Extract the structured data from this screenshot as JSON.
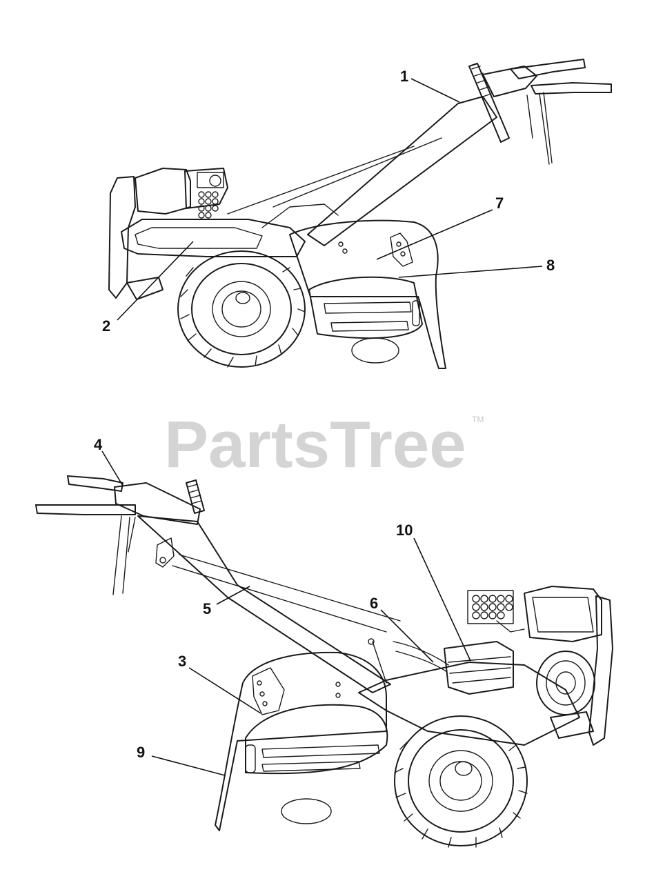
{
  "watermark": {
    "text": "PartsTree",
    "mark": "TM"
  },
  "callouts": {
    "c1": "1",
    "c2": "2",
    "c3": "3",
    "c4": "4",
    "c5": "5",
    "c6": "6",
    "c7": "7",
    "c8": "8",
    "c9": "9",
    "c10": "10"
  }
}
